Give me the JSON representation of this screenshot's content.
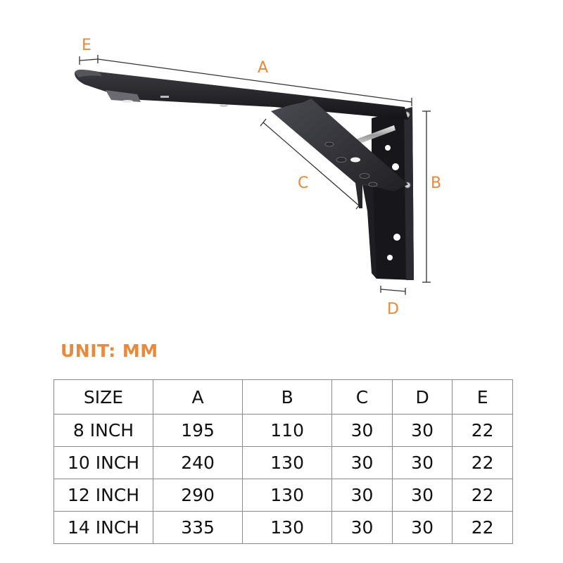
{
  "diagram": {
    "product": "folding-shelf-bracket",
    "labels": {
      "A": "A",
      "B": "B",
      "C": "C",
      "D": "D",
      "E": "E"
    },
    "accent_color": "#e8893c",
    "bracket_color": "#1a1a1e"
  },
  "unit_label": "UNIT: MM",
  "table": {
    "headers": [
      "SIZE",
      "A",
      "B",
      "C",
      "D",
      "E"
    ],
    "rows": [
      [
        "8 INCH",
        "195",
        "110",
        "30",
        "30",
        "22"
      ],
      [
        "10 INCH",
        "240",
        "130",
        "30",
        "30",
        "22"
      ],
      [
        "12 INCH",
        "290",
        "130",
        "30",
        "30",
        "22"
      ],
      [
        "14 INCH",
        "335",
        "130",
        "30",
        "30",
        "22"
      ]
    ]
  }
}
